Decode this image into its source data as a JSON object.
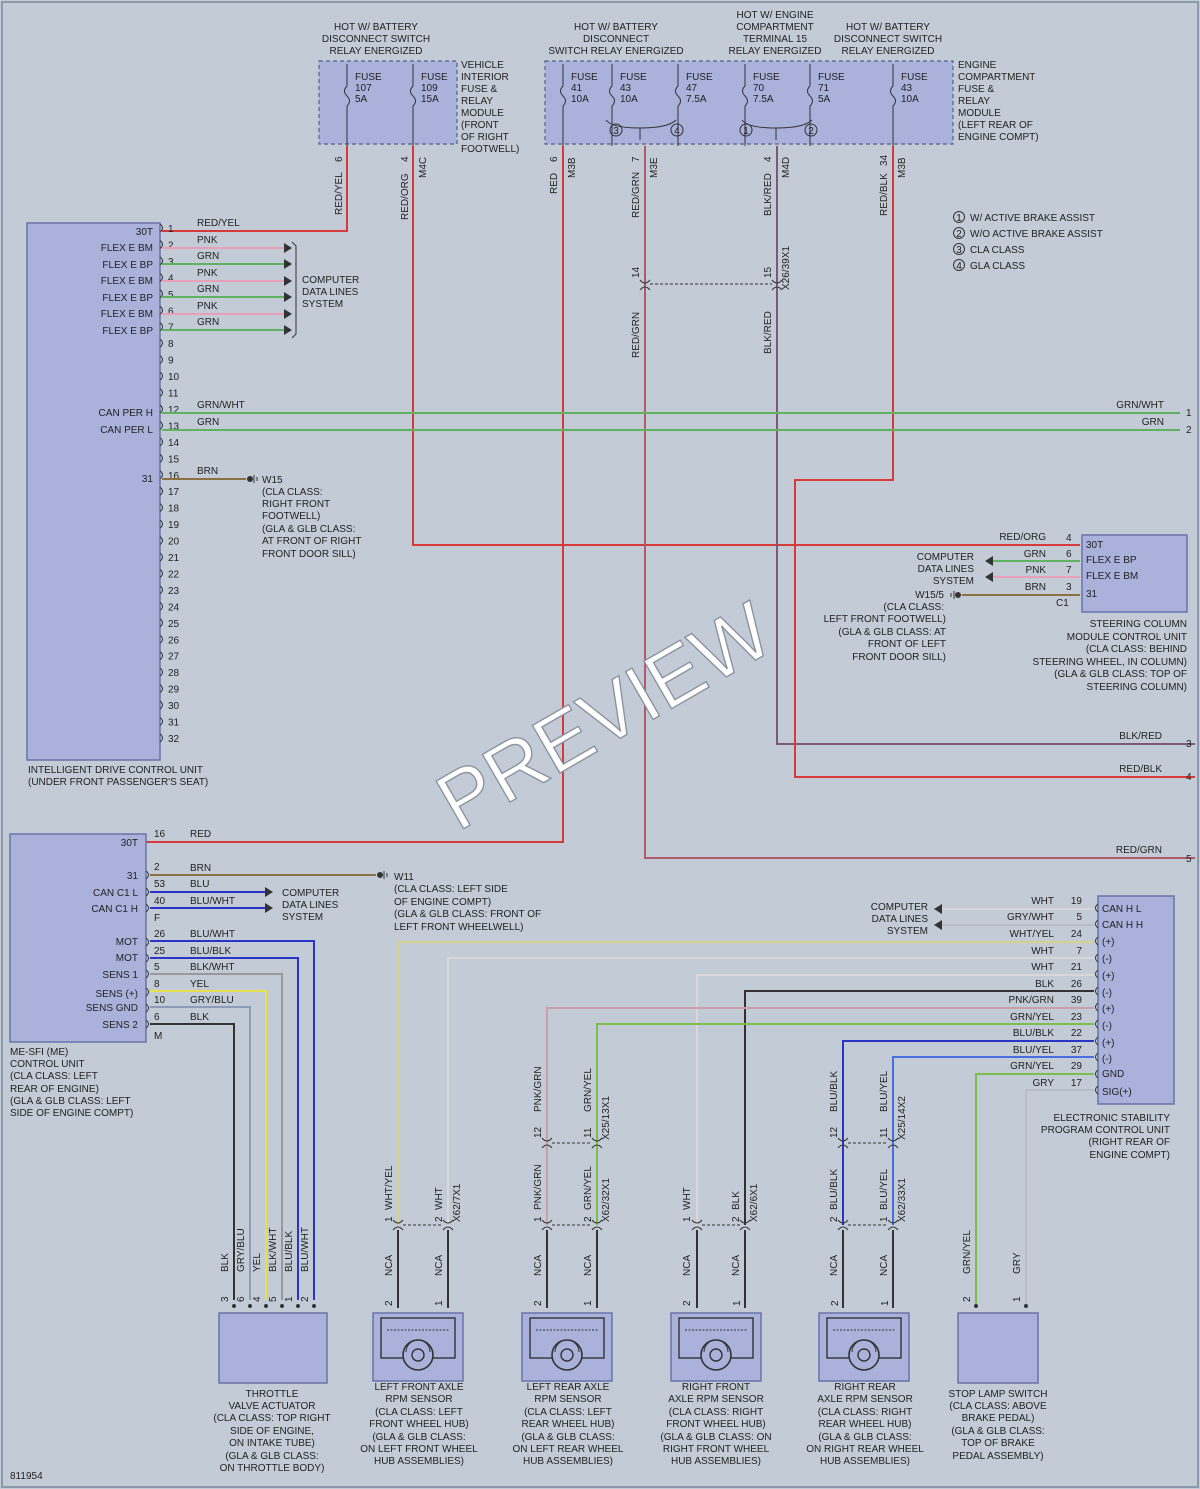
{
  "colors": {
    "background": "#c3ccd6",
    "component_fill": "#aab2dc",
    "red": "#d83a3a",
    "pink": "#e8a0b8",
    "green": "#5fb35f",
    "brown": "#8b7040",
    "blue": "#2a35c8",
    "yellow": "#e6e04a",
    "gray": "#b8bcc4",
    "black": "#222222",
    "purple": "#7a5a78"
  },
  "watermark": "PREVIEW",
  "figure_number": "811954",
  "power_headers": {
    "h1": [
      "HOT W/ BATTERY",
      "DISCONNECT SWITCH",
      "RELAY ENERGIZED"
    ],
    "h2": [
      "HOT W/ BATTERY",
      "DISCONNECT",
      "SWITCH RELAY ENERGIZED"
    ],
    "h3": [
      "HOT W/ ENGINE",
      "COMPARTMENT",
      "TERMINAL 15",
      "RELAY ENERGIZED"
    ],
    "h4": [
      "HOT W/ BATTERY",
      "DISCONNECT SWITCH",
      "RELAY ENERGIZED"
    ]
  },
  "interior_fuse_module": {
    "fuses": [
      {
        "name": "FUSE",
        "num": "107",
        "amp": "5A"
      },
      {
        "name": "FUSE",
        "num": "109",
        "amp": "15A"
      }
    ],
    "label": [
      "VEHICLE",
      "INTERIOR",
      "FUSE &",
      "RELAY",
      "MODULE",
      "(FRONT",
      "OF RIGHT",
      "FOOTWELL)"
    ],
    "pins": [
      "6",
      "4"
    ],
    "connector": "M4C",
    "wires": [
      "RED/YEL",
      "RED/ORG"
    ]
  },
  "engine_fuse_module": {
    "fuses": [
      {
        "name": "FUSE",
        "num": "41",
        "amp": "10A"
      },
      {
        "name": "FUSE",
        "num": "43",
        "amp": "10A"
      },
      {
        "name": "FUSE",
        "num": "47",
        "amp": "7.5A"
      },
      {
        "name": "FUSE",
        "num": "70",
        "amp": "7.5A"
      },
      {
        "name": "FUSE",
        "num": "71",
        "amp": "5A"
      },
      {
        "name": "FUSE",
        "num": "43",
        "amp": "10A"
      }
    ],
    "options": [
      "3",
      "4",
      "1",
      "2"
    ],
    "label": [
      "ENGINE",
      "COMPARTMENT",
      "FUSE &",
      "RELAY",
      "MODULE",
      "(LEFT REAR OF",
      "ENGINE COMPT)"
    ],
    "pins": [
      "6",
      "7",
      "4",
      "34"
    ],
    "connectors": [
      "M3B",
      "M3E",
      "M4D",
      "M3B"
    ],
    "wires": [
      "RED",
      "RED/GRN",
      "BLK/RED",
      "RED/BLK"
    ]
  },
  "inline_connectors": {
    "left_pin": "14",
    "right_pin": "15",
    "name": "X26/39X1",
    "wire_left": "RED/GRN",
    "wire_right": "BLK/RED"
  },
  "legend": [
    {
      "num": "1",
      "text": "W/ ACTIVE BRAKE ASSIST"
    },
    {
      "num": "2",
      "text": "W/O ACTIVE BRAKE ASSIST"
    },
    {
      "num": "3",
      "text": "CLA CLASS"
    },
    {
      "num": "4",
      "text": "GLA CLASS"
    }
  ],
  "idcu": {
    "label": [
      "INTELLIGENT DRIVE CONTROL UNIT",
      "(UNDER FRONT PASSENGER'S SEAT)"
    ],
    "pin_labels": [
      "30T",
      "FLEX E BM",
      "FLEX E BP",
      "FLEX E BM",
      "FLEX E BP",
      "FLEX E BM",
      "FLEX E BP",
      "CAN PER H",
      "CAN PER L",
      "31"
    ],
    "pin_numbers": [
      "1",
      "2",
      "3",
      "4",
      "5",
      "6",
      "7",
      "8",
      "9",
      "10",
      "11",
      "12",
      "13",
      "14",
      "15",
      "16",
      "17",
      "18",
      "19",
      "20",
      "21",
      "22",
      "23",
      "24",
      "25",
      "26",
      "27",
      "28",
      "29",
      "30",
      "31",
      "32"
    ],
    "wires": [
      "RED/YEL",
      "PNK",
      "GRN",
      "PNK",
      "GRN",
      "PNK",
      "GRN",
      "GRN/WHT",
      "GRN",
      "BRN"
    ],
    "data_lines": [
      "COMPUTER",
      "DATA LINES",
      "SYSTEM"
    ],
    "ground": [
      "W15",
      "(CLA CLASS:",
      "RIGHT FRONT",
      "FOOTWELL)",
      "(GLA & GLB CLASS:",
      "AT FRONT OF RIGHT",
      "FRONT DOOR SILL)"
    ]
  },
  "offpage": {
    "labels": [
      "GRN/WHT",
      "GRN",
      "BLK/RED",
      "RED/BLK",
      "RED/GRN"
    ],
    "numbers": [
      "1",
      "2",
      "3",
      "4",
      "5"
    ]
  },
  "scm": {
    "pins": [
      "30T",
      "FLEX E BP",
      "FLEX E BM",
      "31"
    ],
    "wires": [
      "RED/ORG",
      "GRN",
      "PNK",
      "BRN"
    ],
    "pin_numbers": [
      "4",
      "6",
      "7",
      "3"
    ],
    "connector": "C1",
    "data_lines": [
      "COMPUTER",
      "DATA LINES",
      "SYSTEM"
    ],
    "ground": [
      "W15/5",
      "(CLA CLASS:",
      "LEFT FRONT FOOTWELL)",
      "(GLA & GLB CLASS: AT",
      "FRONT OF LEFT",
      "FRONT DOOR SILL)"
    ],
    "label": [
      "STEERING COLUMN",
      "MODULE CONTROL UNIT",
      "(CLA CLASS: BEHIND",
      "STEERING WHEEL, IN COLUMN)",
      "(GLA & GLB CLASS: TOP OF",
      "STEERING COLUMN)"
    ]
  },
  "me_sfi": {
    "pin_labels": [
      "30T",
      "31",
      "CAN C1 L",
      "CAN C1 H",
      "MOT",
      "MOT",
      "SENS 1",
      "SENS (+)",
      "SENS GND",
      "SENS 2"
    ],
    "pin_numbers": [
      "16",
      "2",
      "53",
      "40",
      "26",
      "25",
      "5",
      "8",
      "10",
      "6"
    ],
    "connectors": [
      "F",
      "M"
    ],
    "wires": [
      "RED",
      "BRN",
      "BLU",
      "BLU/WHT",
      "BLU/WHT",
      "BLU/BLK",
      "BLK/WHT",
      "YEL",
      "GRY/BLU",
      "BLK"
    ],
    "data_lines": [
      "COMPUTER",
      "DATA LINES",
      "SYSTEM"
    ],
    "ground": [
      "W11",
      "(CLA CLASS: LEFT SIDE",
      "OF ENGINE COMPT)",
      "(GLA & GLB CLASS: FRONT OF",
      "LEFT FRONT WHEELWELL)"
    ],
    "label": [
      "ME-SFI (ME)",
      "CONTROL UNIT",
      "(CLA CLASS: LEFT",
      "REAR OF ENGINE)",
      "(GLA & GLB CLASS: LEFT",
      "SIDE OF ENGINE COMPT)"
    ]
  },
  "esp": {
    "pin_labels": [
      "CAN H L",
      "CAN H H",
      "(+)",
      "(-)",
      "(+)",
      "(-)",
      "(+)",
      "(-)",
      "(+)",
      "(-)",
      "GND",
      "SIG(+)"
    ],
    "pin_numbers": [
      "19",
      "5",
      "24",
      "7",
      "21",
      "26",
      "39",
      "23",
      "22",
      "37",
      "29",
      "17"
    ],
    "wires": [
      "WHT",
      "GRY/WHT",
      "WHT/YEL",
      "WHT",
      "WHT",
      "BLK",
      "PNK/GRN",
      "GRN/YEL",
      "BLU/BLK",
      "BLU/YEL",
      "GRN/YEL",
      "GRY"
    ],
    "data_lines": [
      "COMPUTER",
      "DATA LINES",
      "SYSTEM"
    ],
    "label": [
      "ELECTRONIC STABILITY",
      "PROGRAM CONTROL UNIT",
      "(RIGHT REAR OF",
      "ENGINE COMPT)"
    ]
  },
  "sensor_connectors": {
    "c1": {
      "name": "X25/13X1",
      "pins": [
        "12",
        "11"
      ],
      "wires": [
        "PNK/GRN",
        "GRN/YEL"
      ]
    },
    "c2": {
      "name": "X25/14X2",
      "pins": [
        "12",
        "11"
      ],
      "wires": [
        "BLU/BLK",
        "BLU/YEL"
      ]
    },
    "c3": {
      "name": "X62/7X1",
      "pins": [
        "1",
        "2"
      ],
      "wires": [
        "WHT/YEL",
        "WHT"
      ]
    },
    "c4": {
      "name": "X62/32X1",
      "pins": [
        "1",
        "2"
      ],
      "wires": [
        "PNK/GRN",
        "GRN/YEL"
      ]
    },
    "c5": {
      "name": "X62/6X1",
      "pins": [
        "1",
        "2"
      ],
      "wires": [
        "WHT",
        "BLK"
      ]
    },
    "c6": {
      "name": "X62/33X1",
      "pins": [
        "2",
        "1"
      ],
      "wires": [
        "BLU/BLK",
        "BLU/YEL"
      ]
    }
  },
  "throttle": {
    "wires": [
      "BLK",
      "GRY/BLU",
      "YEL",
      "BLK/WHT",
      "BLU/BLK",
      "BLU/WHT"
    ],
    "pins": [
      "3",
      "6",
      "4",
      "5",
      "1",
      "2"
    ],
    "label": [
      "THROTTLE",
      "VALVE ACTUATOR",
      "(CLA CLASS: TOP RIGHT",
      "SIDE OF ENGINE,",
      "ON INTAKE TUBE)",
      "(GLA & GLB CLASS:",
      "ON THROTTLE BODY)"
    ]
  },
  "sensors": {
    "wire_label": "NCA",
    "pins": [
      "2",
      "1"
    ],
    "s1": [
      "LEFT FRONT AXLE",
      "RPM SENSOR",
      "(CLA CLASS: LEFT",
      "FRONT WHEEL HUB)",
      "(GLA & GLB CLASS:",
      "ON LEFT FRONT WHEEL",
      "HUB ASSEMBLIES)"
    ],
    "s2": [
      "LEFT REAR AXLE",
      "RPM SENSOR",
      "(CLA CLASS: LEFT",
      "REAR WHEEL HUB)",
      "(GLA & GLB CLASS:",
      "ON LEFT REAR WHEEL",
      "HUB ASSEMBLIES)"
    ],
    "s3": [
      "RIGHT FRONT",
      "AXLE RPM SENSOR",
      "(CLA CLASS: RIGHT",
      "FRONT WHEEL HUB)",
      "(GLA & GLB CLASS: ON",
      "RIGHT FRONT WHEEL",
      "HUB ASSEMBLIES)"
    ],
    "s4": [
      "RIGHT REAR",
      "AXLE RPM SENSOR",
      "(CLA CLASS: RIGHT",
      "REAR WHEEL HUB)",
      "(GLA & GLB CLASS:",
      "ON RIGHT REAR WHEEL",
      "HUB ASSEMBLIES)"
    ]
  },
  "stop_lamp": {
    "wires": [
      "GRN/YEL",
      "GRY"
    ],
    "pins": [
      "2",
      "1"
    ],
    "label": [
      "STOP LAMP SWITCH",
      "(CLA CLASS: ABOVE",
      "BRAKE PEDAL)",
      "(GLA & GLB CLASS:",
      "TOP OF BRAKE",
      "PEDAL ASSEMBLY)"
    ]
  }
}
